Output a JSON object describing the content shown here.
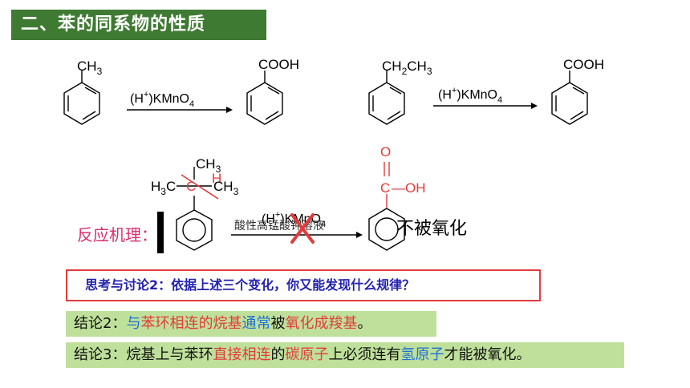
{
  "title": "二、苯的同系物的性质",
  "reactions": {
    "toluene_sub": "CH",
    "toluene_sub_n": "3",
    "product_group": "COOH",
    "reagent_a": "(H",
    "reagent_b": "+",
    "reagent_c": ")KMnO",
    "reagent_d": "4",
    "ethyl_a": "CH",
    "ethyl_b": "2",
    "ethyl_c": "CH",
    "ethyl_d": "3"
  },
  "mechanism": {
    "label": "反应机理：",
    "ch3_top": "CH",
    "ch3_top_n": "3",
    "h3c": "H",
    "h3c_n": "3",
    "c_left": "C",
    "c_center": "C",
    "c_h": "H",
    "ch3_right": "CH",
    "ch3_right_n": "3",
    "overlay_text": "酸性高锰酸钾溶液",
    "acid_o": "O",
    "acid_c": "C",
    "acid_oh": "—OH",
    "not_oxidized": "不被氧化"
  },
  "think": "思考与讨论2：依据上述三个变化，你又能发现什么规律？",
  "conclusion2": {
    "prefix": "结论2：",
    "p1": "与",
    "p2": "苯环相连的烷基",
    "p3": "通常",
    "p4": "被",
    "p5": "氧化成羧基",
    "p6": "。"
  },
  "conclusion3": {
    "prefix": "结论3：烷基上与苯环",
    "p1": "直接相连",
    "p2": "的",
    "p3": "碳原子",
    "p4": "上必须连有",
    "p5": "氢原子",
    "p6": "才能被氧化。"
  },
  "colors": {
    "title_bg": "#3f7a33",
    "red": "#e23b3b",
    "blue": "#1f6fd6",
    "conclusion_bg": "#bfe09a",
    "think_text": "#2222b0"
  }
}
